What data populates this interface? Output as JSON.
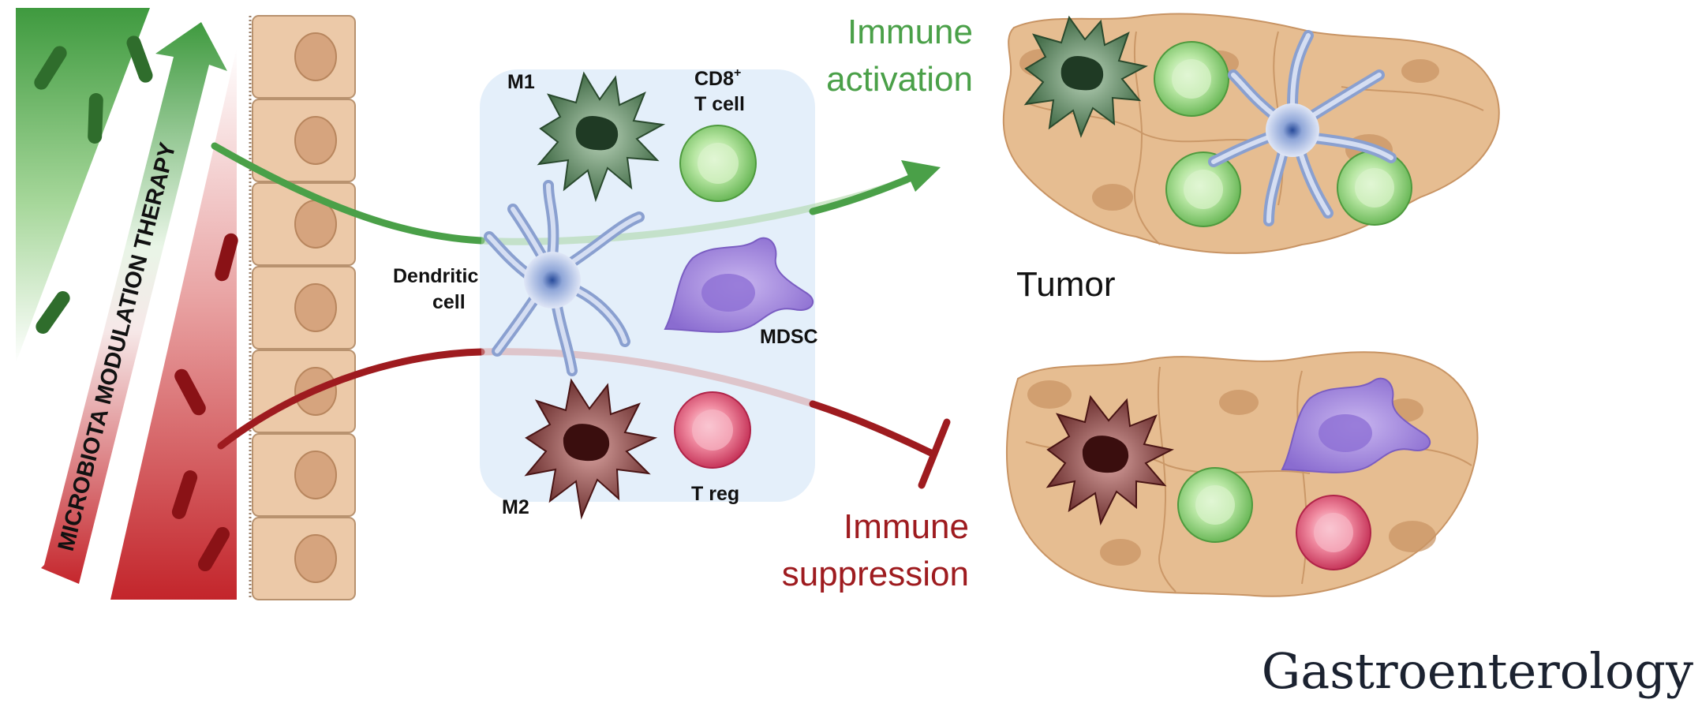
{
  "labels": {
    "therapy": "MICROBIOTA MODULATION THERAPY",
    "m1": "M1",
    "cd8_line1": "CD8",
    "cd8_sup": "+",
    "cd8_line2": "T cell",
    "dendritic_line1": "Dendritic",
    "dendritic_line2": "cell",
    "mdsc": "MDSC",
    "m2": "M2",
    "treg": "T reg",
    "activation_line1": "Immune",
    "activation_line2": "activation",
    "suppression_line1": "Immune",
    "suppression_line2": "suppression",
    "tumor": "Tumor"
  },
  "journal": "Gastroenterology",
  "colors": {
    "activation_green": "#4aa048",
    "suppression_red": "#9e1b1f",
    "mdsc_purple": "#9b7fd8",
    "tcell_green": "#9fd98a",
    "treg_pink": "#e0607a",
    "epithelium": "#e9c7a6",
    "tumor_tan": "#e6bd91",
    "panel_blue": "#e4effa"
  },
  "icons": [
    "green-bacteria-icon",
    "red-bacteria-icon",
    "m1-macrophage-icon",
    "m2-macrophage-icon",
    "cd8-t-cell-icon",
    "dendritic-cell-icon",
    "mdsc-icon",
    "treg-cell-icon"
  ]
}
